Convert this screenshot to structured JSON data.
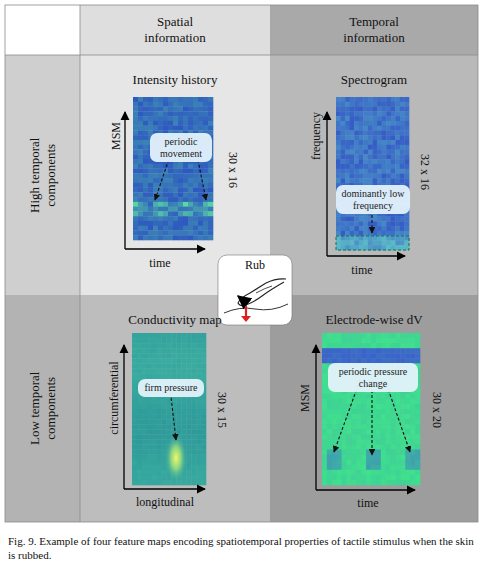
{
  "diagram": {
    "caption": "Fig. 9. Example of four feature maps encoding spatiotemporal properties of tactile stimulus when the skin is rubbed.",
    "nodes": [
      {
        "text": [
          "Spatial information"
        ]
      },
      {
        "text": [
          "Temporal information"
        ]
      },
      {
        "text": [
          "High temporal components"
        ]
      },
      {
        "text": [
          "Intensity history"
        ]
      },
      {
        "text": [
          "periodic movement"
        ],
        "in": 3
      },
      {
        "text": [
          "Spectrogram"
        ]
      },
      {
        "text": [
          "dominantly low frequency"
        ],
        "in": 5
      },
      {
        "text": [
          "Rub"
        ]
      },
      {
        "text": [
          "Low temporal components"
        ]
      },
      {
        "text": [
          "Conductivity map"
        ]
      },
      {
        "text": [
          "firm pressure"
        ],
        "in": 9
      },
      {
        "text": [
          "Electrode-wise dV"
        ]
      },
      {
        "text": [
          "periodic pressure change"
        ],
        "in": 11
      }
    ],
    "labels": [
      "MSM",
      "time",
      "30 x 16",
      "frequency",
      "time",
      "32 x 16",
      "circumferential",
      "longitudinal",
      "30 x 15",
      "MSM",
      "time",
      "30 x 20"
    ]
  }
}
